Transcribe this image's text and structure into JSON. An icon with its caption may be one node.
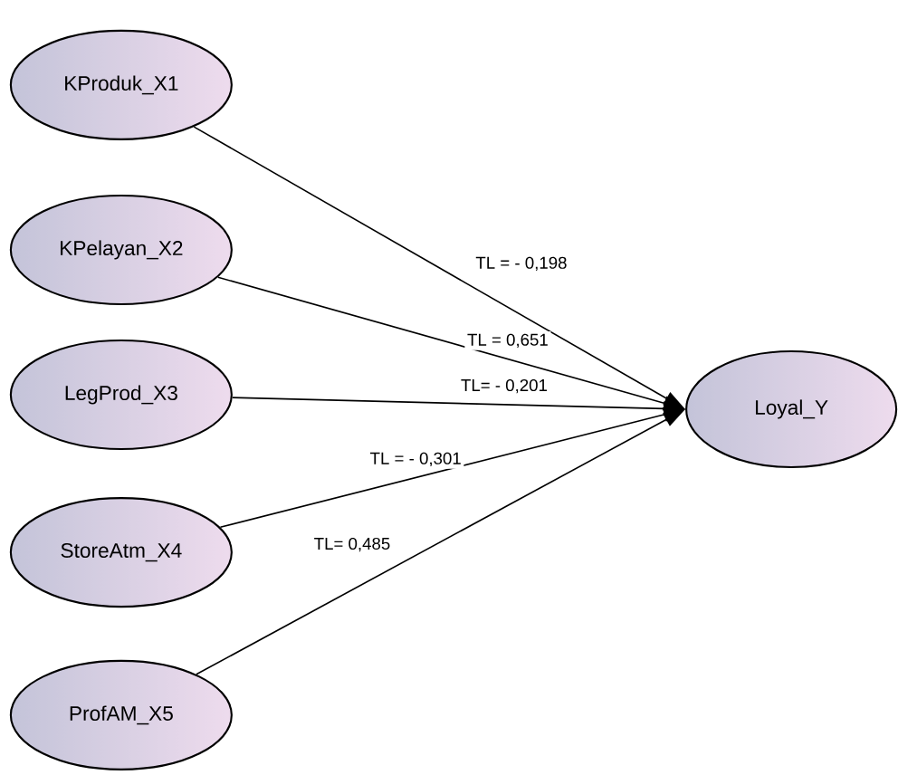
{
  "diagram": {
    "nodes": [
      {
        "text": [
          "KProduk_X1"
        ]
      },
      {
        "text": [
          "KPelayan_X2"
        ]
      },
      {
        "text": [
          "LegProd_X3"
        ]
      },
      {
        "text": [
          "StoreAtm_X4"
        ]
      },
      {
        "text": [
          "ProfAM_X5"
        ]
      },
      {
        "text": [
          "Loyal_Y"
        ]
      }
    ],
    "edges": [
      {
        "from": 0,
        "to": 5,
        "arrow": "to",
        "label": "TL = - 0,198"
      },
      {
        "from": 1,
        "to": 5,
        "arrow": "to",
        "label": "TL = 0,651"
      },
      {
        "from": 2,
        "to": 5,
        "arrow": "to",
        "label": "TL= - 0,201"
      },
      {
        "from": 3,
        "to": 5,
        "arrow": "to",
        "label": "TL = - 0,301"
      },
      {
        "from": 4,
        "to": 5,
        "arrow": "to",
        "label": "TL= 0,485"
      }
    ]
  }
}
